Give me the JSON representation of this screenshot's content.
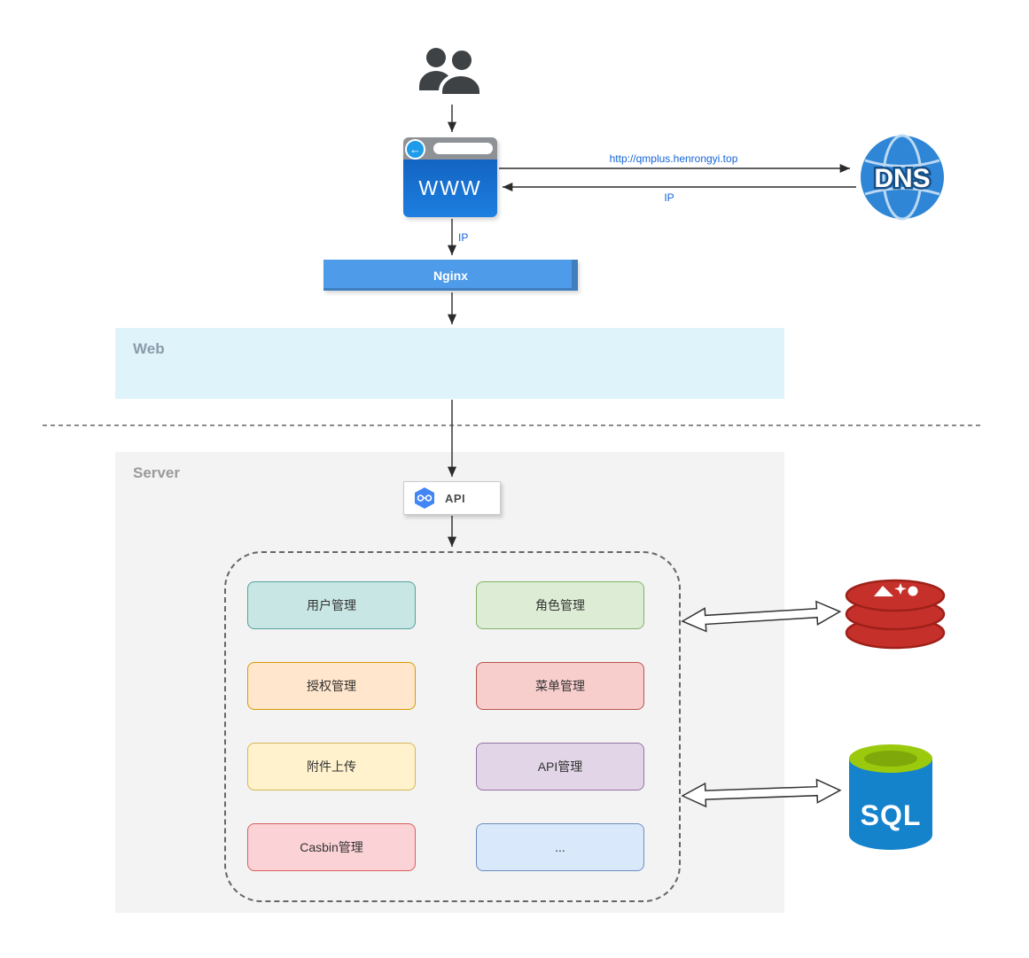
{
  "diagram": {
    "browser": {
      "label": "WWW",
      "back_icon": "←"
    },
    "dns": {
      "label": "DNS"
    },
    "nginx": {
      "label": "Nginx"
    },
    "web_zone": {
      "label": "Web"
    },
    "server_zone": {
      "label": "Server"
    },
    "api": {
      "label": "API"
    },
    "sql": {
      "label": "SQL"
    },
    "edge_labels": {
      "browser_to_dns": "http://qmplus.henrongyi.top",
      "dns_to_browser": "IP",
      "browser_to_nginx": "IP"
    },
    "modules": [
      {
        "id": "user-management",
        "label": "用户管理",
        "bg": "#c8e6e3",
        "border": "#52a3a0"
      },
      {
        "id": "role-management",
        "label": "角色管理",
        "bg": "#dcecd5",
        "border": "#82b366"
      },
      {
        "id": "authorization-management",
        "label": "授权管理",
        "bg": "#ffe6cc",
        "border": "#d79b00"
      },
      {
        "id": "menu-management",
        "label": "菜单管理",
        "bg": "#f8cecc",
        "border": "#b85450"
      },
      {
        "id": "attachment-upload",
        "label": "附件上传",
        "bg": "#fff2cc",
        "border": "#d6b656"
      },
      {
        "id": "api-management",
        "label": "API管理",
        "bg": "#e1d5e7",
        "border": "#9673a6"
      },
      {
        "id": "casbin-management",
        "label": "Casbin管理",
        "bg": "#fbd2d5",
        "border": "#d6605e"
      },
      {
        "id": "more",
        "label": "...",
        "bg": "#dae8fc",
        "border": "#6c8ebf"
      }
    ],
    "colors": {
      "edge_label_blue": "#1565d8",
      "nginx_fill": "#4e9bea",
      "web_zone_fill": "#dff3fb",
      "server_zone_fill": "#f3f3f3",
      "browser_body_blue": "#1566c5",
      "dns_blue": "#2f86d6",
      "redis_red": "#c6302b",
      "redis_red_dark": "#9e2019",
      "sql_body_blue": "#1583cc",
      "sql_top_green": "#9bc90d",
      "sql_top_green_dark": "#7fa80a",
      "api_hexagon_blue": "#4285f4"
    }
  }
}
